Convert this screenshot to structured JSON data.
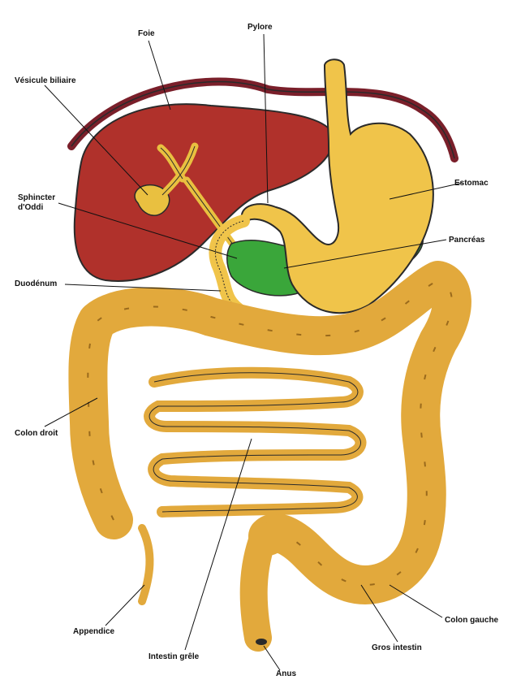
{
  "labels": {
    "foie": "Foie",
    "pylore": "Pylore",
    "vesicule": "Vésicule biliaire",
    "estomac": "Estomac",
    "sphincter_line1": "Sphincter",
    "sphincter_line2": "d'Oddi",
    "pancreas": "Pancréas",
    "duodenum": "Duodénum",
    "colon_droit": "Colon droit",
    "appendice": "Appendice",
    "intestin_grele": "Intestin grêle",
    "anus": "Anus",
    "gros_intestin": "Gros intestin",
    "colon_gauche": "Colon gauche"
  },
  "colors": {
    "liver": "#b0312b",
    "diaphragm": "#7a1f2a",
    "stomach": "#f0c44a",
    "pancreas": "#3aa63a",
    "intestine": "#e2a93c",
    "intestine_dark": "#9a6a1c",
    "outline": "#2a2a2a"
  }
}
